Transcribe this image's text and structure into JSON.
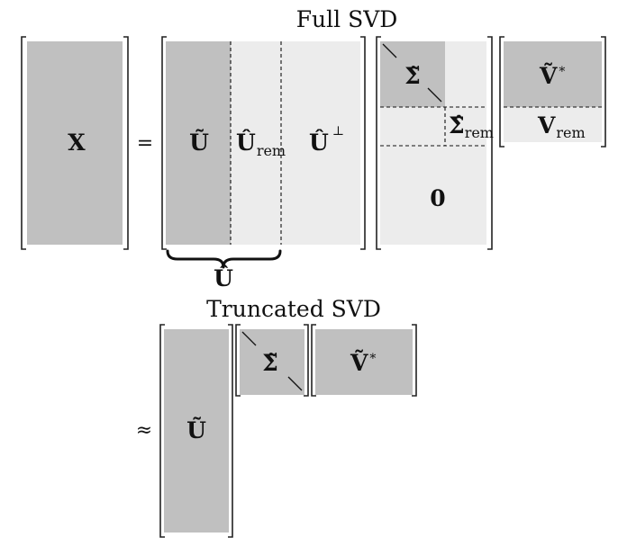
{
  "full_svd": {
    "title": "Full SVD",
    "x_label": "X",
    "equals": "=",
    "u_tilde": "Ũ",
    "u_hat": "Û",
    "rem_sub": "rem",
    "perp_sup": "⊥",
    "sigma_tilde": "Σ̃",
    "sigma_hat": "Σ̂",
    "zero": "0",
    "v_tilde": "Ṽ",
    "star_sup": "*",
    "v_label": "V",
    "brace_label": "Û"
  },
  "truncated_svd": {
    "title": "Truncated SVD",
    "approx": "≈",
    "u_tilde": "Ũ",
    "sigma_tilde": "Σ̃",
    "v_tilde": "Ṽ",
    "star_sup": "*"
  },
  "colors": {
    "dark_block": "#c0c0c0",
    "light_block": "#ececec",
    "line": "#111111"
  }
}
